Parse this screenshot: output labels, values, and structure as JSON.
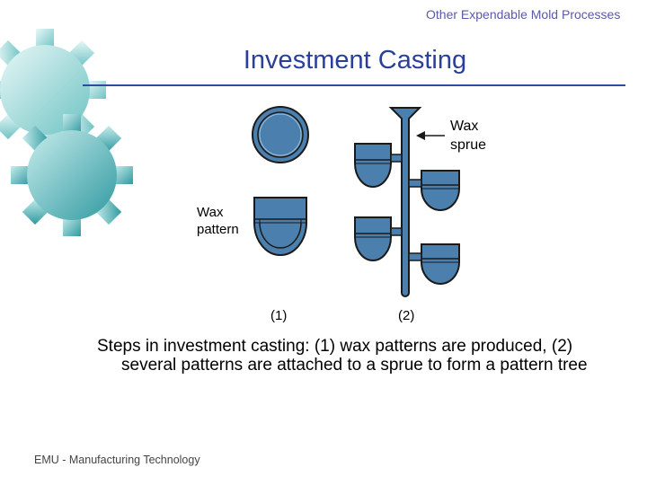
{
  "slide": {
    "header_section": "Other Expendable Mold Processes",
    "title": "Investment Casting",
    "caption_line1": "Steps in investment casting: (1) wax patterns are produced, (2)",
    "caption_line2": "several patterns are attached to a sprue to form a pattern tree",
    "footer": "EMU - Manufacturing Technology"
  },
  "figure": {
    "label_wax_sprue_1": "Wax",
    "label_wax_sprue_2": "sprue",
    "label_wax_pattern_1": "Wax",
    "label_wax_pattern_2": "pattern",
    "label_step1": "(1)",
    "label_step2": "(2)",
    "fill_color": "#4a7fae",
    "outline_color": "#1a1a1a"
  },
  "decor": {
    "gear_color_top": "#7fc8c8",
    "gear_color_bottom": "#3fa3a8"
  }
}
